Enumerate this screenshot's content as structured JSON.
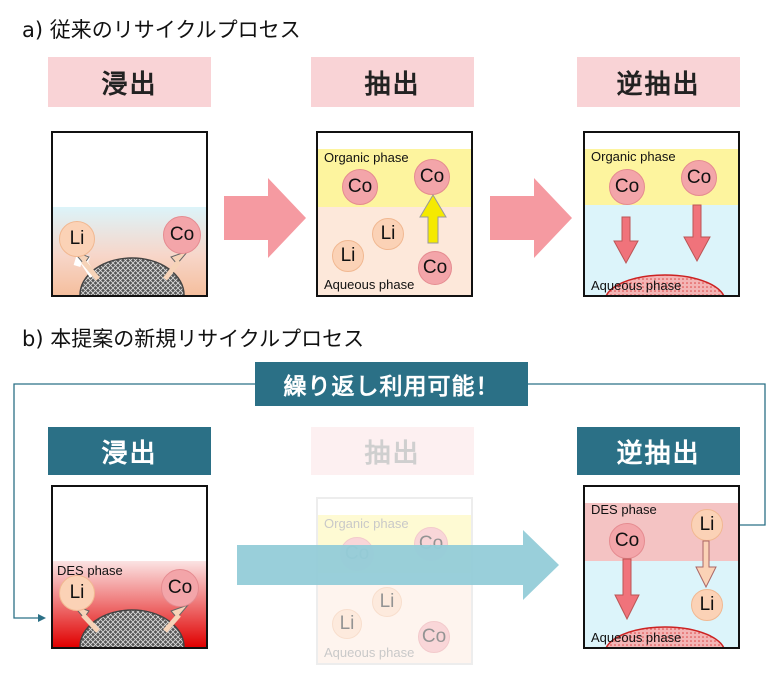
{
  "section_a": {
    "heading": "a) 従来のリサイクルプロセス",
    "stages": [
      "浸出",
      "抽出",
      "逆抽出"
    ]
  },
  "section_b": {
    "heading": "b) 本提案の新規リサイクルプロセス",
    "stages": [
      "浸出",
      "抽出",
      "逆抽出"
    ],
    "banner": "繰り返し利用可能！"
  },
  "labels": {
    "organic_phase": "Organic phase",
    "aqueous_phase": "Aqueous phase",
    "des_phase": "DES phase",
    "li": "Li",
    "co": "Co"
  },
  "colors": {
    "stage_pink": "#f9d3d6",
    "stage_teal": "#2b7086",
    "arrow_pink": "#f59aa1",
    "arrow_teal": "#93ccd8",
    "organic": "#fdf49e",
    "aqueous": "#dcf4fa",
    "des": "#f4c3c3"
  }
}
